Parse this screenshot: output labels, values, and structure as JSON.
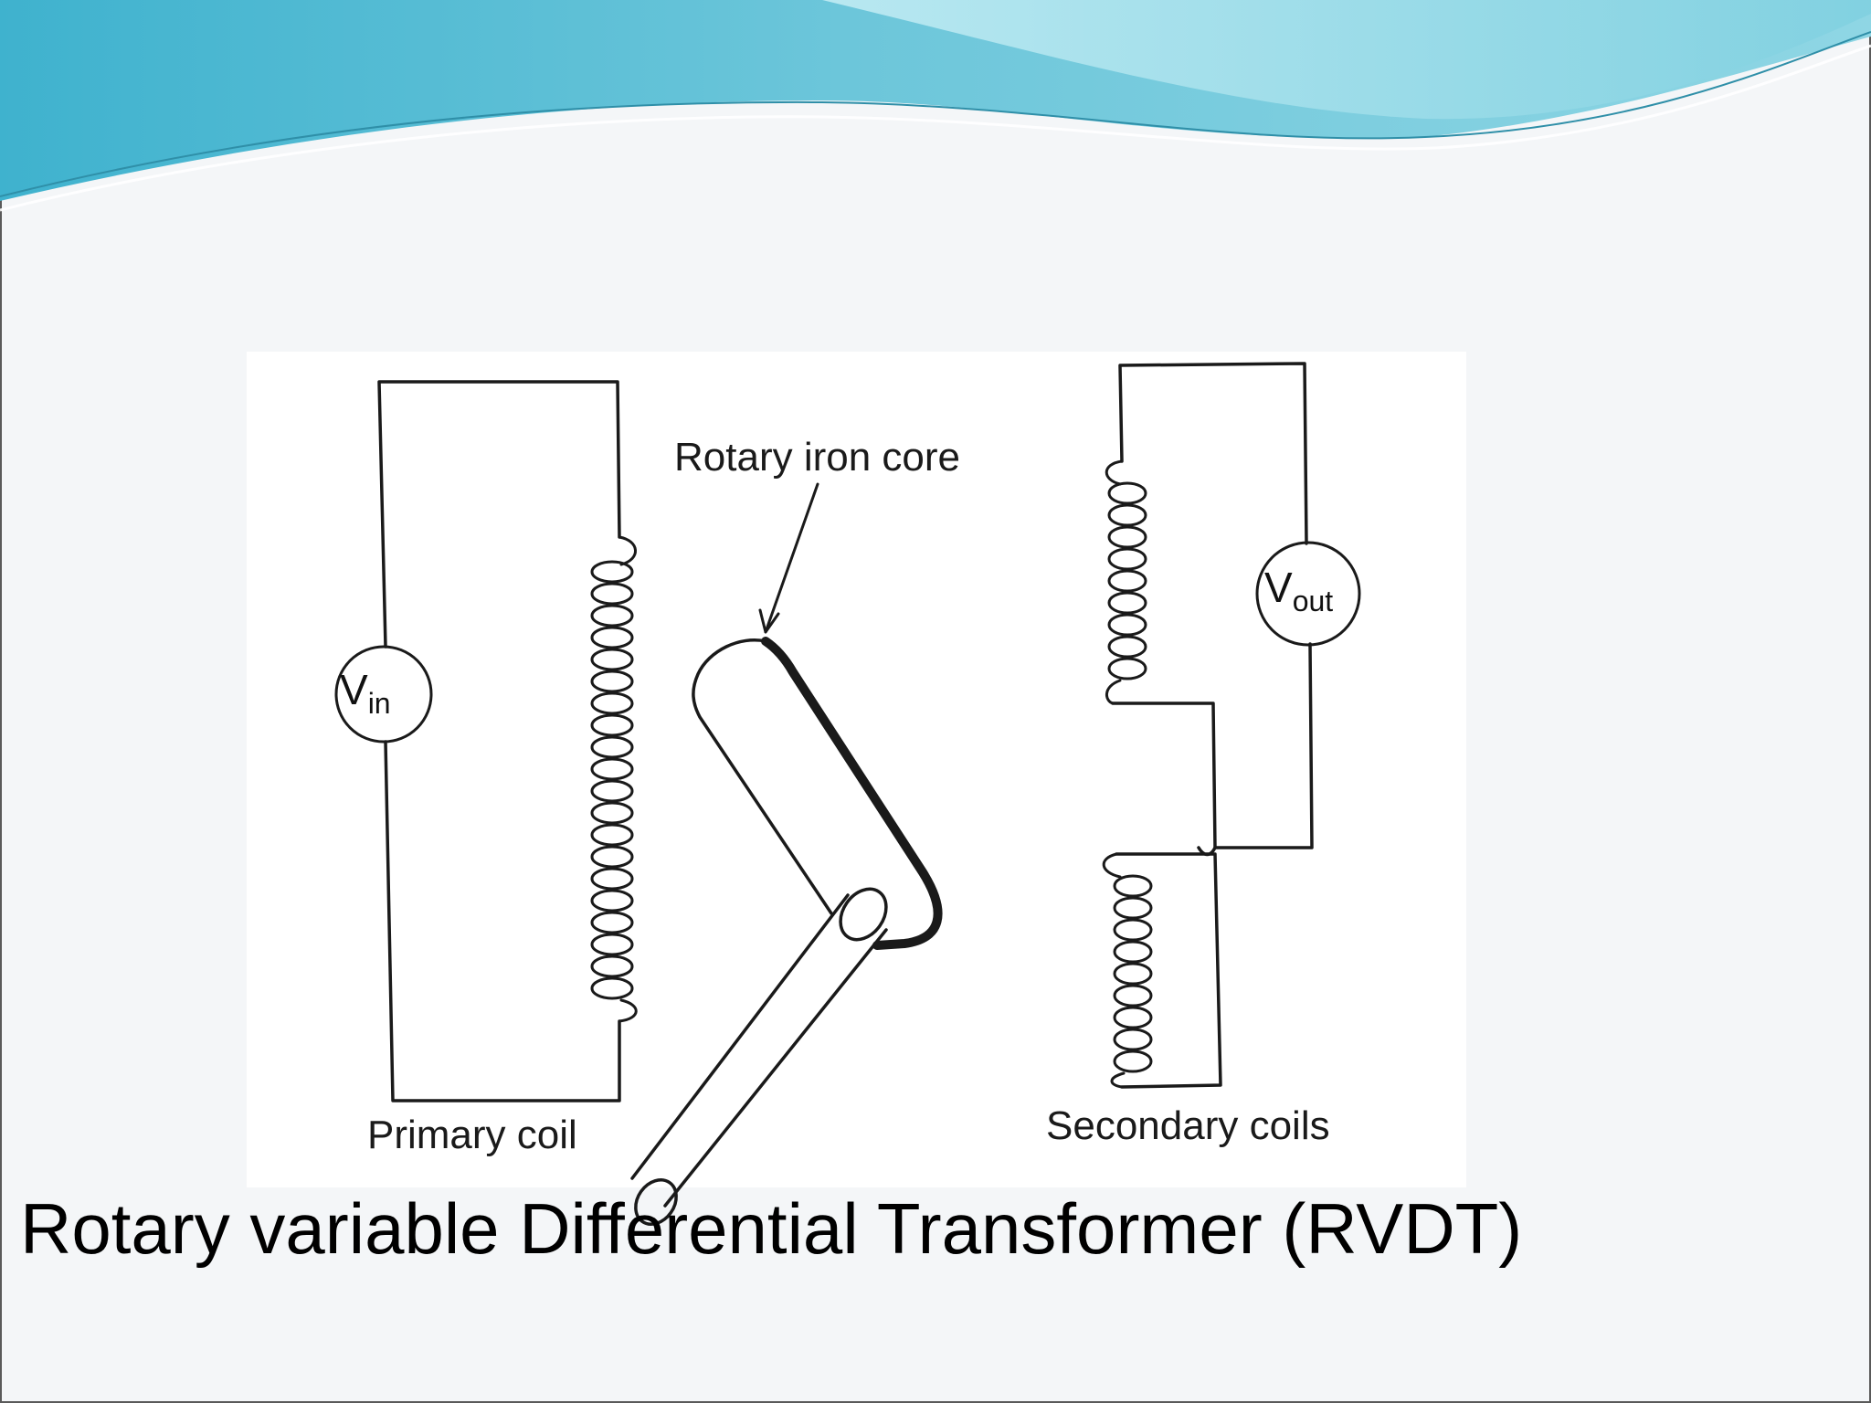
{
  "labels": {
    "rotary_core": "Rotary iron core",
    "primary_coil": "Primary coil",
    "secondary_coils": "Secondary coils"
  },
  "meters": {
    "vin_main": "V",
    "vin_sub": "in",
    "vout_main": "V",
    "vout_sub": "out"
  },
  "caption": "Rotary variable Differential Transformer (RVDT)",
  "colors": {
    "header_dark": "#4bb3cc",
    "header_light": "#a9e1ec",
    "line": "#1a1a1a",
    "background": "#f4f6f8"
  }
}
